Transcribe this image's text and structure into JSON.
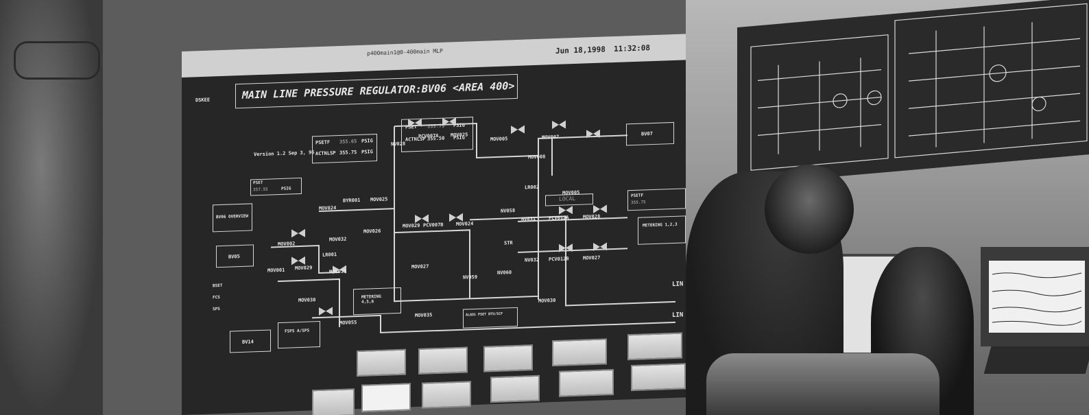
{
  "screen": {
    "window_title": "p400main1@0-400main MLP",
    "date": "Jun 18,1998",
    "time": "11:32:08",
    "area_tag": "DSKEE",
    "title": "MAIN LINE PRESSURE REGULATOR:BV06 <AREA 400>",
    "version": "Version 1.2 Sep 3, 96",
    "readout_a": {
      "label1": "PSETF",
      "value1": "355.65",
      "unit1": "PSIG",
      "label2": "ACTNLSP",
      "value2": "355.75",
      "unit2": "PSIG"
    },
    "readout_b": {
      "label1": "PSET",
      "value1": "355.75",
      "unit1": "PSIG",
      "label2": "ACTNLSP",
      "value2": "355.50",
      "unit2": "PSIG"
    },
    "readout_c": {
      "label": "PSET",
      "value": "357.55",
      "unit": "PSIG"
    },
    "tags": [
      "NV028",
      "PCV007A",
      "MOV025",
      "MOV005",
      "MOV007",
      "MOV008",
      "LR002",
      "MOV005",
      "BV07",
      "MOV024",
      "BYR001",
      "MOV025",
      "MOV029",
      "PCV007B",
      "MOV024",
      "NV031",
      "PCV012A",
      "MOV028",
      "MOV002",
      "MOV032",
      "MOV026",
      "LR001",
      "MOV001",
      "MOV029",
      "MOV031",
      "MOV030",
      "MOV027",
      "NV058",
      "STR",
      "NV032",
      "PCV012B",
      "MOV027",
      "NV059",
      "NV060",
      "MOV030",
      "MOV035",
      "MOV055"
    ],
    "local_label": "LOCAL",
    "buttons": {
      "overview": "BV06 OVERVIEW",
      "bv05": "BV05",
      "bv14": "BV14",
      "fsps": "FSPS A/SPS",
      "metering_456": "METERING 4,5,6",
      "metering_123": "METERING 1,2,3",
      "pset_right": "PSETF",
      "pset_right_value": "355.75",
      "bottom": "ALGO1 PSET BTU/SCF"
    },
    "status_labels": [
      "BSET",
      "FCS",
      "SPS"
    ],
    "side_labels": [
      "LIN",
      "LIN"
    ]
  }
}
